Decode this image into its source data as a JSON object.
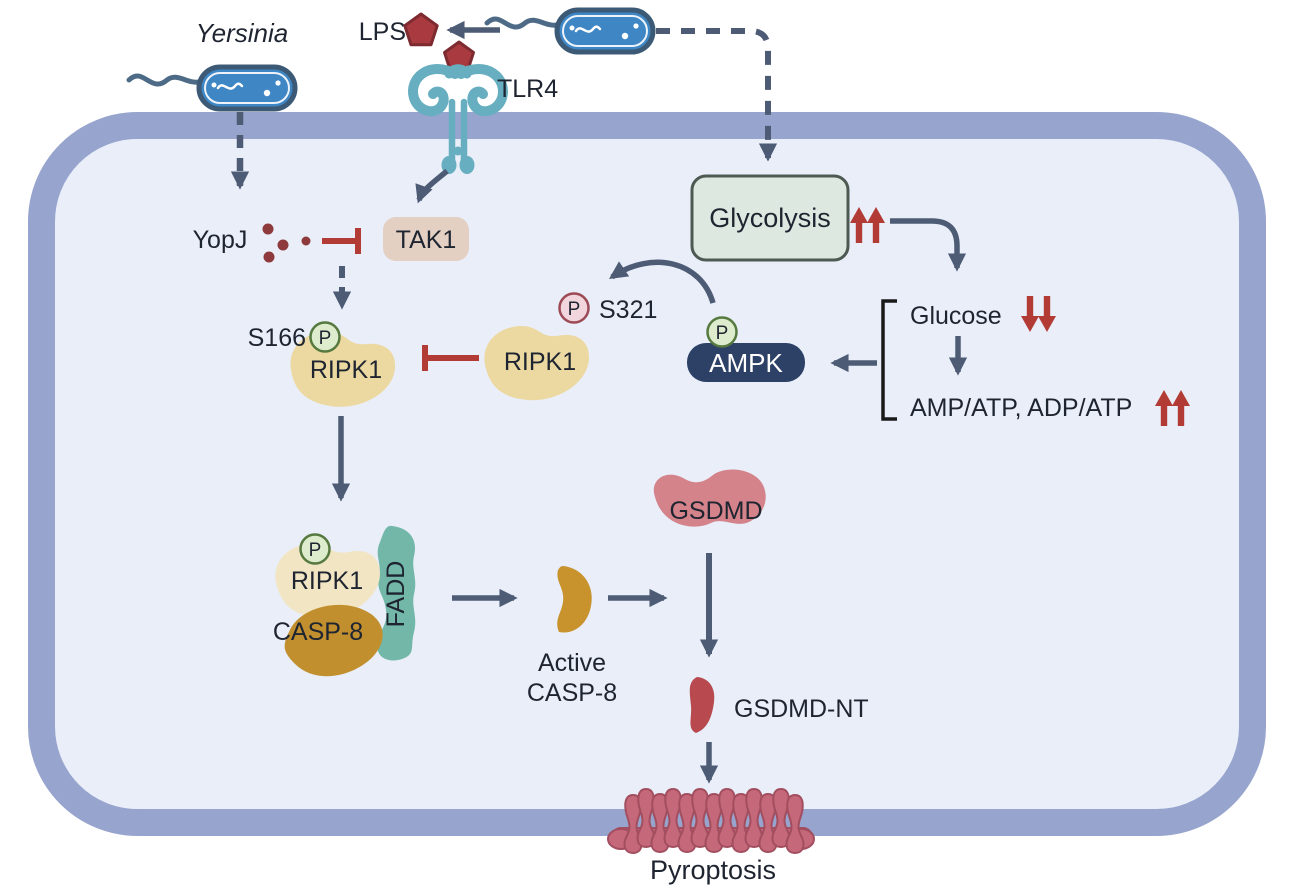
{
  "diagram": {
    "organism": "Yersinia",
    "lps": "LPS",
    "tlr4": "TLR4",
    "yopj": "YopJ",
    "tak1": "TAK1",
    "glycolysis": "Glycolysis",
    "s166": "S166",
    "phospho": "P",
    "ripk1": "RIPK1",
    "s321": "S321",
    "ampk": "AMPK",
    "glucose": "Glucose",
    "nucleotide_ratios": "AMP/ATP, ADP/ATP",
    "casp8": "CASP-8",
    "fadd": "FADD",
    "active_casp8": [
      "Active",
      "CASP-8"
    ],
    "gsdmd": "GSDMD",
    "gsdmd_nt": "GSDMD-NT",
    "pyroptosis": "Pyroptosis"
  },
  "colors": {
    "membrane": "#97a4ce",
    "cytoplasm": "#e9eef9",
    "arrow_slate": "#4d5b75",
    "inhibition_red": "#b23b35",
    "bacterium_blue": "#3f86c5",
    "bacterium_outline": "#3c5a76",
    "tlr4_teal": "#66aec0",
    "tak1_fill": "#e4cfc3",
    "glycolysis_fill": "#dde8e0",
    "glycolysis_border": "#4d5a52",
    "ampk_fill": "#2d4166",
    "ripk1_fill": "#ecd9a2",
    "ripk1_complex_fill": "#f1e5c3",
    "casp8_gold": "#c28f2e",
    "fadd_teal": "#72b7a8",
    "gsdmd_rose": "#d4838b",
    "gsdmd_nt_red": "#b8494f",
    "pore_rose": "#c4687a",
    "phospho_green_fill": "#ddeccd",
    "phospho_green_border": "#56793f",
    "phospho_pink_fill": "#f1d6de",
    "phospho_pink_border": "#9c4a55",
    "lps_red": "#a93b40",
    "yopj_dot_red": "#8e3a3c",
    "bracket_black": "#1a1a1a"
  }
}
